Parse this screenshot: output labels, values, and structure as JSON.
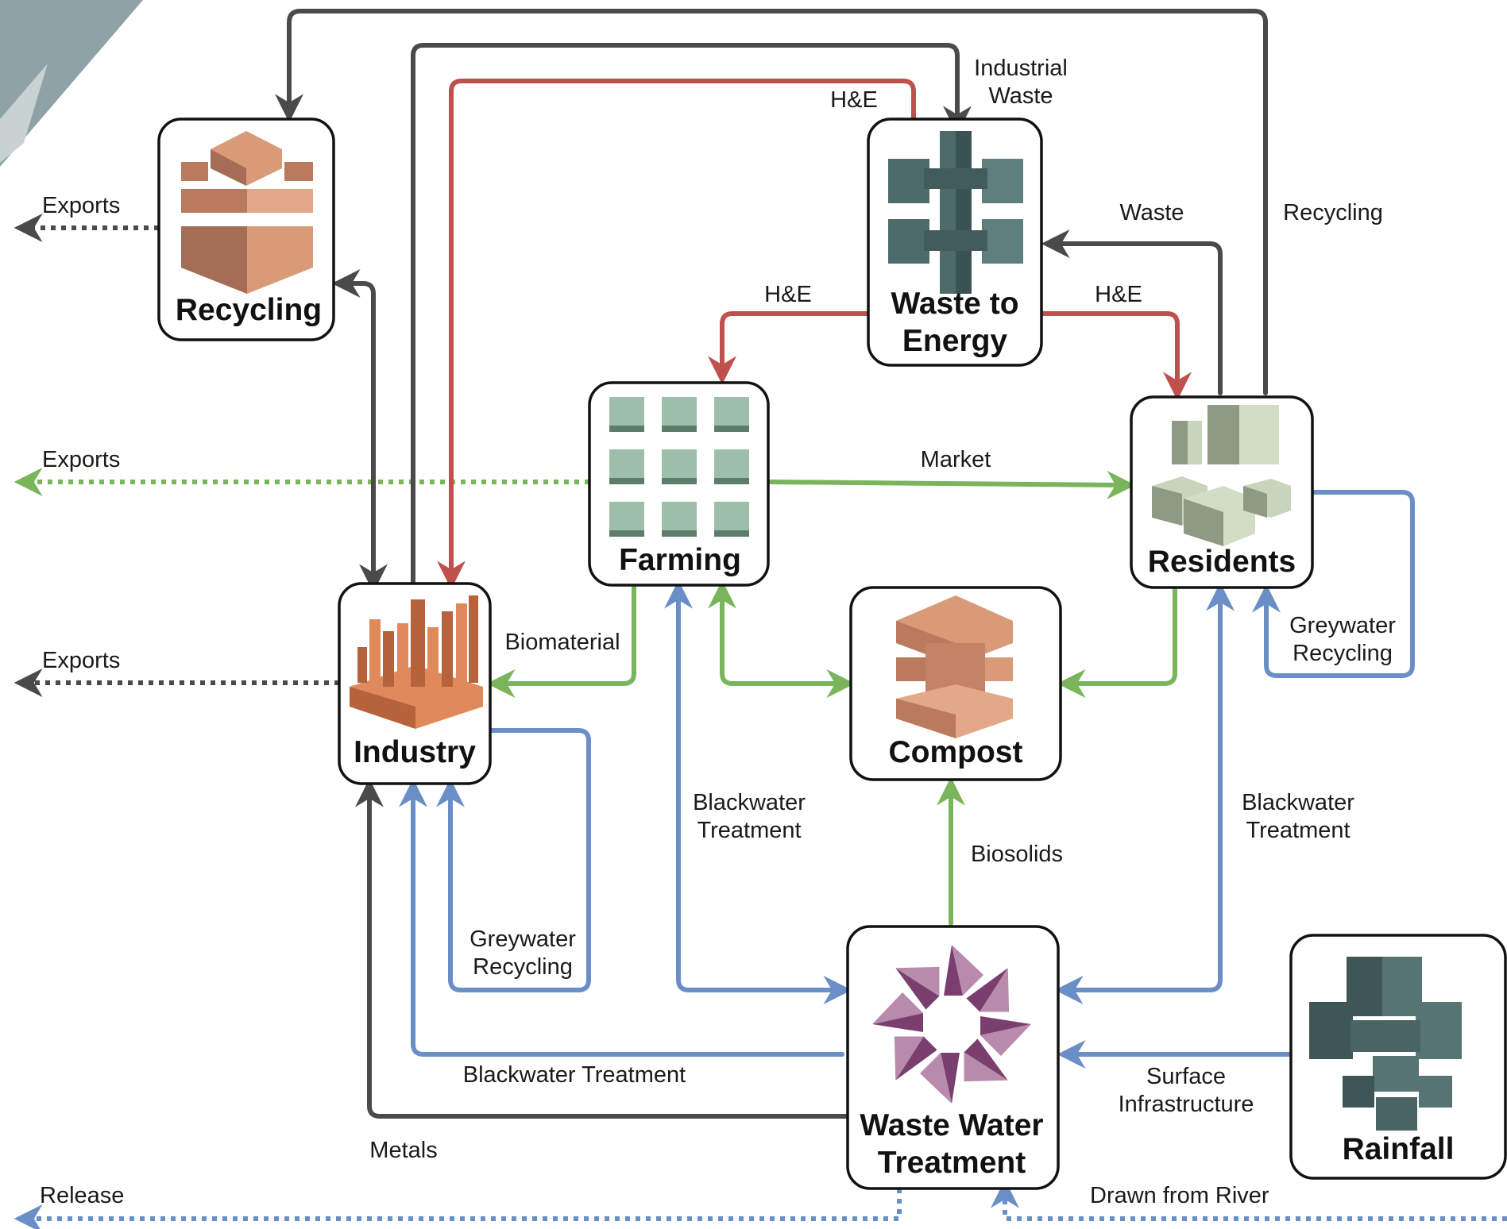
{
  "colors": {
    "material": "#4a4a4a",
    "heat_energy": "#c0504d",
    "food_biomass": "#7ab55c",
    "water": "#6a8fc7",
    "recycling_icon": "#d99a77",
    "industry_icon": "#e08a5c",
    "farming_icon": "#9dbfaa",
    "residents_icon": "#c9d4bc",
    "energy_icon": "#4e6b6b",
    "compost_icon": "#d99a77",
    "treatment_icon": "#7b3f6f",
    "rainfall_icon": "#567474"
  },
  "nodes": {
    "recycling": {
      "title": "Recycling",
      "icon": "stacked-blocks-icon"
    },
    "waste_to_energy": {
      "title_line1": "Waste to",
      "title_line2": "Energy",
      "icon": "cross-pillar-icon"
    },
    "farming": {
      "title": "Farming",
      "icon": "grid-tiles-icon"
    },
    "residents": {
      "title": "Residents",
      "icon": "buildings-icon"
    },
    "industry": {
      "title": "Industry",
      "icon": "factory-bars-icon"
    },
    "compost": {
      "title": "Compost",
      "icon": "layered-pillar-icon"
    },
    "waste_water_treatment": {
      "title_line1": "Waste Water",
      "title_line2": "Treatment",
      "icon": "pinwheel-icon"
    },
    "rainfall": {
      "title": "Rainfall",
      "icon": "cube-cluster-icon"
    }
  },
  "flows": {
    "exports_recycling": "Exports",
    "exports_farming": "Exports",
    "exports_industry": "Exports",
    "release": "Release",
    "drawn_from_river": "Drawn from River",
    "industrial_waste_1": "Industrial",
    "industrial_waste_2": "Waste",
    "he_top": "H&E",
    "he_farming": "H&E",
    "he_residents": "H&E",
    "waste": "Waste",
    "recycling": "Recycling",
    "market": "Market",
    "biomaterial": "Biomaterial",
    "greywater_residents_1": "Greywater",
    "greywater_residents_2": "Recycling",
    "greywater_industry_1": "Greywater",
    "greywater_industry_2": "Recycling",
    "blackwater_farming_1": "Blackwater",
    "blackwater_farming_2": "Treatment",
    "blackwater_residents_1": "Blackwater",
    "blackwater_residents_2": "Treatment",
    "biosolids": "Biosolids",
    "blackwater_industry": "Blackwater Treatment",
    "surface_infra_1": "Surface",
    "surface_infra_2": "Infrastructure",
    "metals": "Metals"
  }
}
